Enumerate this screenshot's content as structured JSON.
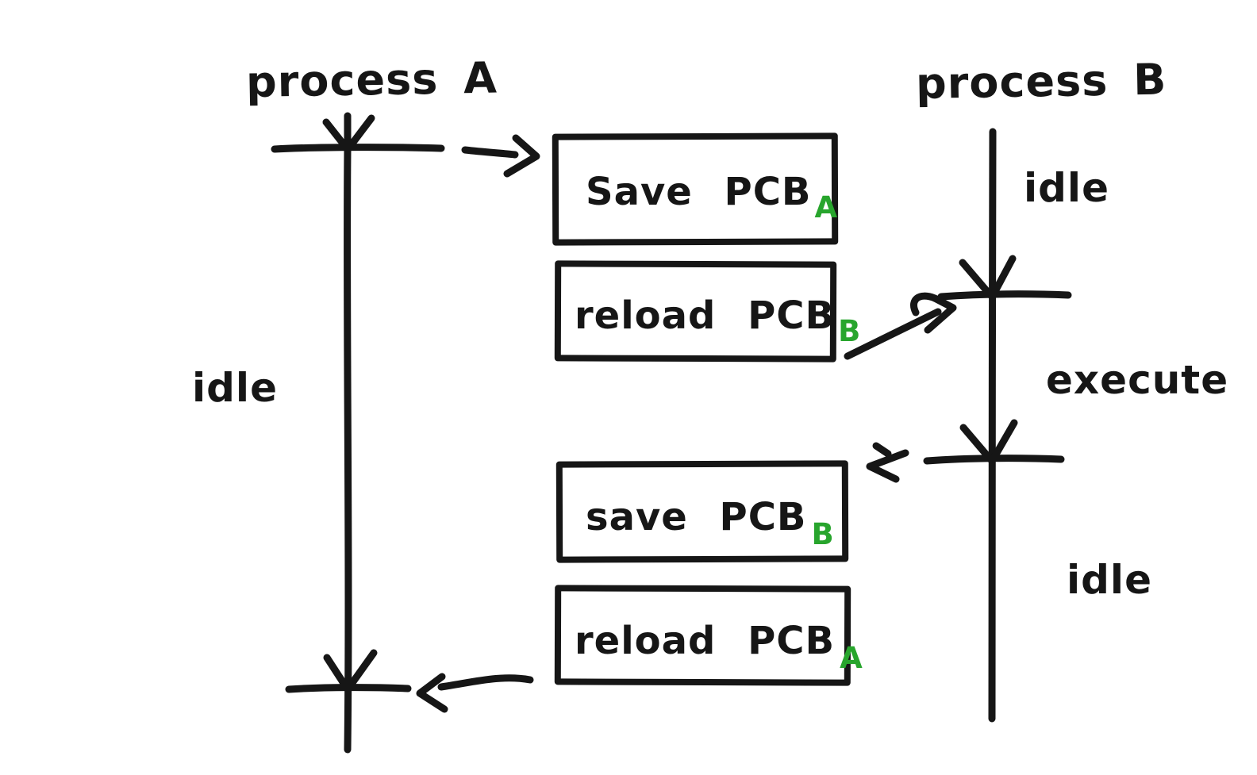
{
  "diagram": {
    "colors": {
      "ink": "#161616",
      "accent_green": "#28a52d",
      "background": "#ffffff"
    },
    "process_a": {
      "title": "process A",
      "idle_label": "idle"
    },
    "process_b": {
      "title": "process B",
      "idle_top_label": "idle",
      "execute_label": "execute",
      "idle_bottom_label": "idle"
    },
    "boxes": [
      {
        "id": "save-pcb-a",
        "text": "Save PCB",
        "subscript": "A"
      },
      {
        "id": "reload-pcb-b",
        "text": "reload PCB",
        "subscript": "B"
      },
      {
        "id": "save-pcb-b",
        "text": "save PCB",
        "subscript": "B"
      },
      {
        "id": "reload-pcb-a",
        "text": "reload PCB",
        "subscript": "A"
      }
    ]
  }
}
